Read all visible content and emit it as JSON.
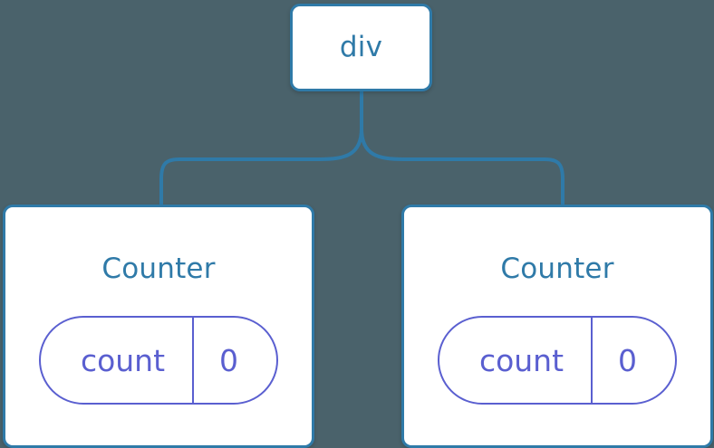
{
  "diagram": {
    "type": "component-tree",
    "background_color": "#4a626b",
    "node_border_color": "#2f7aa8",
    "node_label_color": "#2f7aa8",
    "state_color": "#5a5fd0",
    "connector_color": "#2f7aa8"
  },
  "root": {
    "label": "div"
  },
  "children": [
    {
      "label": "Counter",
      "state": {
        "key": "count",
        "value": "0"
      }
    },
    {
      "label": "Counter",
      "state": {
        "key": "count",
        "value": "0"
      }
    }
  ]
}
